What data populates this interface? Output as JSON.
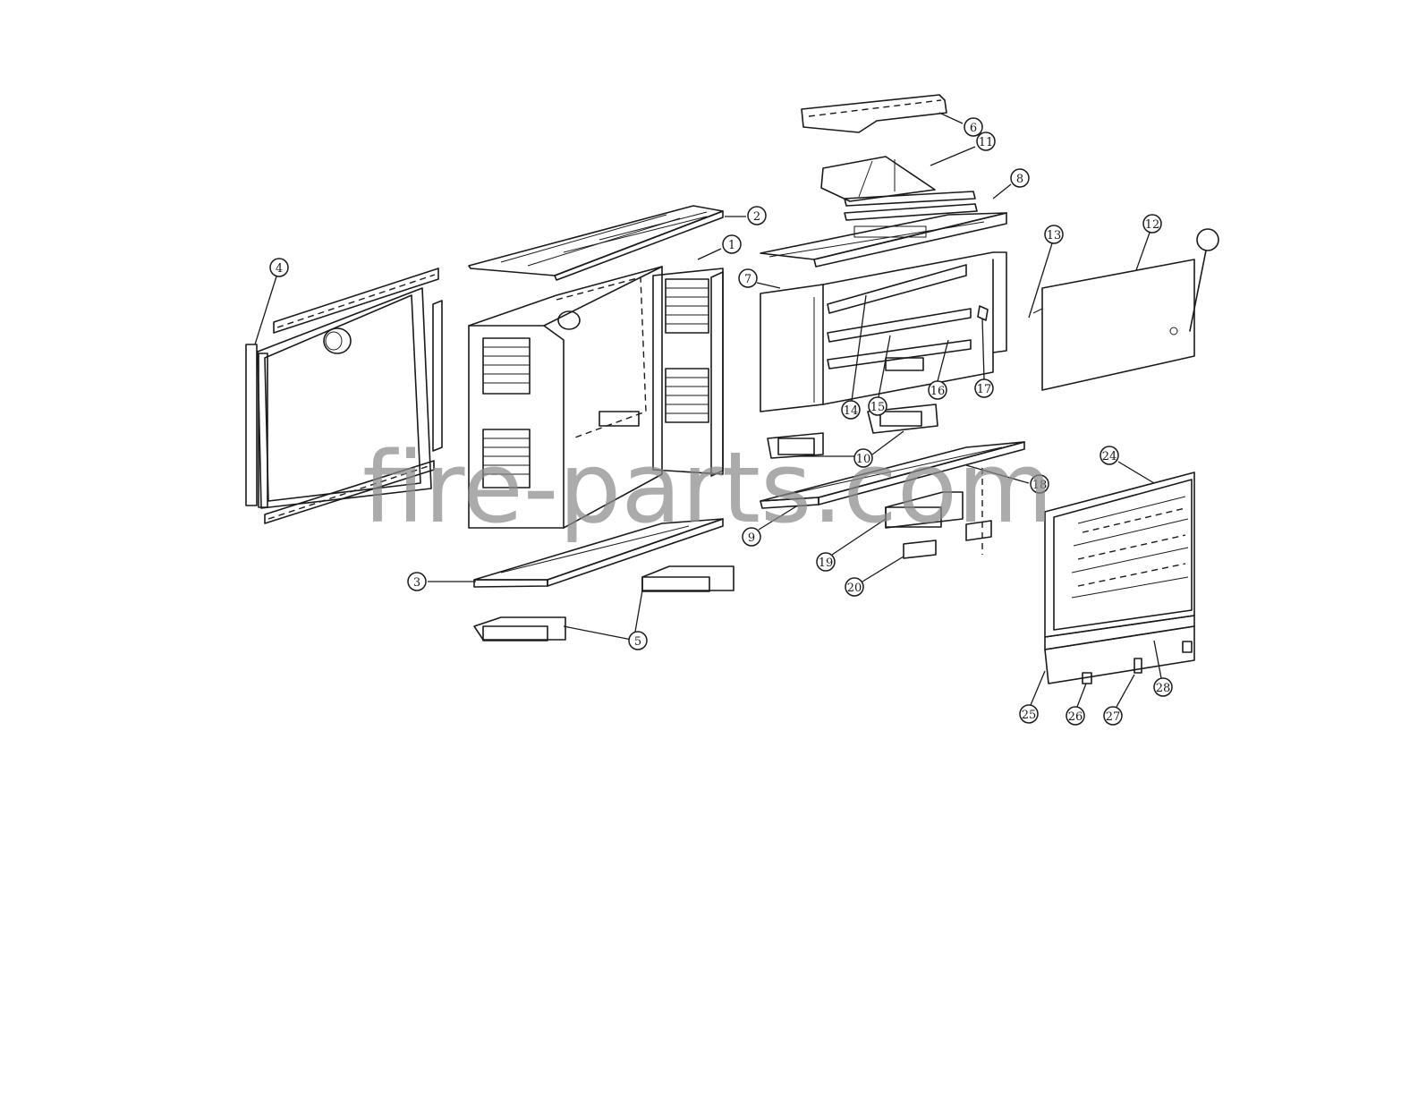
{
  "diagram": {
    "part_callouts": [
      "1",
      "2",
      "3",
      "4",
      "5",
      "6",
      "7",
      "8",
      "9",
      "10",
      "11",
      "12",
      "13",
      "14",
      "15",
      "16",
      "17",
      "18",
      "19",
      "20",
      "24",
      "25",
      "26",
      "27",
      "28"
    ]
  },
  "watermark": {
    "text": "fire-parts.com"
  }
}
